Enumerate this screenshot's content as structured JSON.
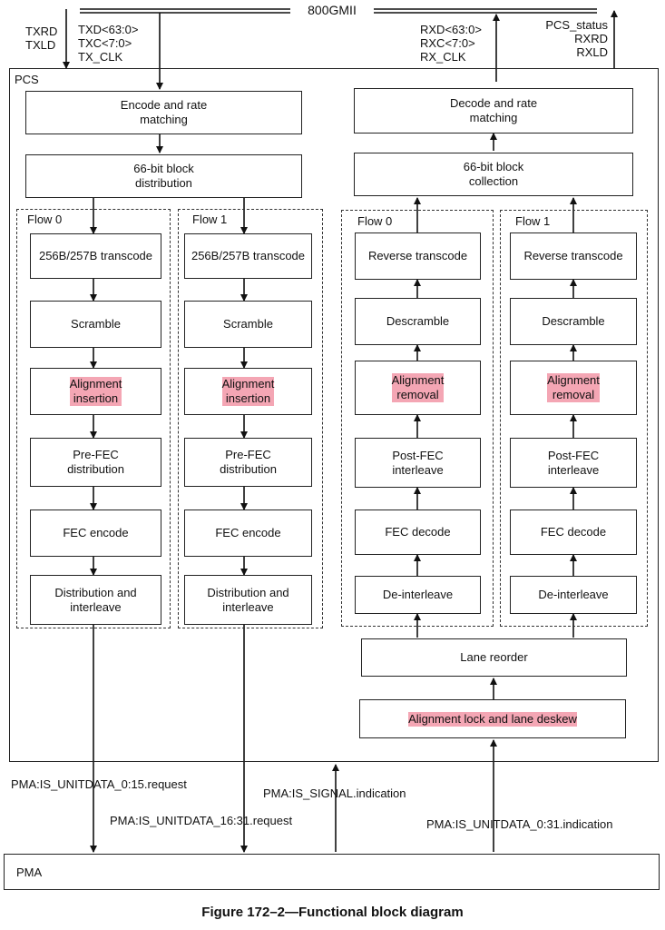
{
  "bus": {
    "title": "800GMII"
  },
  "tx_signals": {
    "left": "TXRD\nTXLD",
    "right": "TXD<63:0>\nTXC<7:0>\nTX_CLK"
  },
  "rx_signals": {
    "left": "RXD<63:0>\nRXC<7:0>\nRX_CLK",
    "right": "PCS_status\nRXRD\nRXLD"
  },
  "pcs": {
    "label": "PCS"
  },
  "tx": {
    "encode": "Encode and rate\nmatching",
    "distribution": "66-bit block\ndistribution",
    "flows": [
      {
        "label": "Flow 0",
        "blocks": [
          "256B/257B transcode",
          "Scramble",
          "Alignment\ninsertion",
          "Pre-FEC\ndistribution",
          "FEC encode",
          "Distribution and\ninterleave"
        ]
      },
      {
        "label": "Flow 1",
        "blocks": [
          "256B/257B transcode",
          "Scramble",
          "Alignment\ninsertion",
          "Pre-FEC\ndistribution",
          "FEC encode",
          "Distribution and\ninterleave"
        ]
      }
    ]
  },
  "rx": {
    "decode": "Decode and rate\nmatching",
    "collection": "66-bit block\ncollection",
    "flows": [
      {
        "label": "Flow 0",
        "blocks": [
          "Reverse transcode",
          "Descramble",
          "Alignment\nremoval",
          "Post-FEC\ninterleave",
          "FEC decode",
          "De-interleave"
        ]
      },
      {
        "label": "Flow 1",
        "blocks": [
          "Reverse transcode",
          "Descramble",
          "Alignment\nremoval",
          "Post-FEC\ninterleave",
          "FEC decode",
          "De-interleave"
        ]
      }
    ],
    "lane_reorder": "Lane reorder",
    "alignment_lock": "Alignment lock and lane deskew"
  },
  "pma_signals": {
    "req_0_15": "PMA:IS_UNITDATA_0:15.request",
    "req_16_31": "PMA:IS_UNITDATA_16:31.request",
    "signal_ind": "PMA:IS_SIGNAL.indication",
    "ind_0_31": "PMA:IS_UNITDATA_0:31.indication"
  },
  "pma": {
    "label": "PMA"
  },
  "caption": "Figure 172–2—Functional block diagram",
  "colors": {
    "highlight": "#f4a6b4",
    "line": "#111111"
  }
}
